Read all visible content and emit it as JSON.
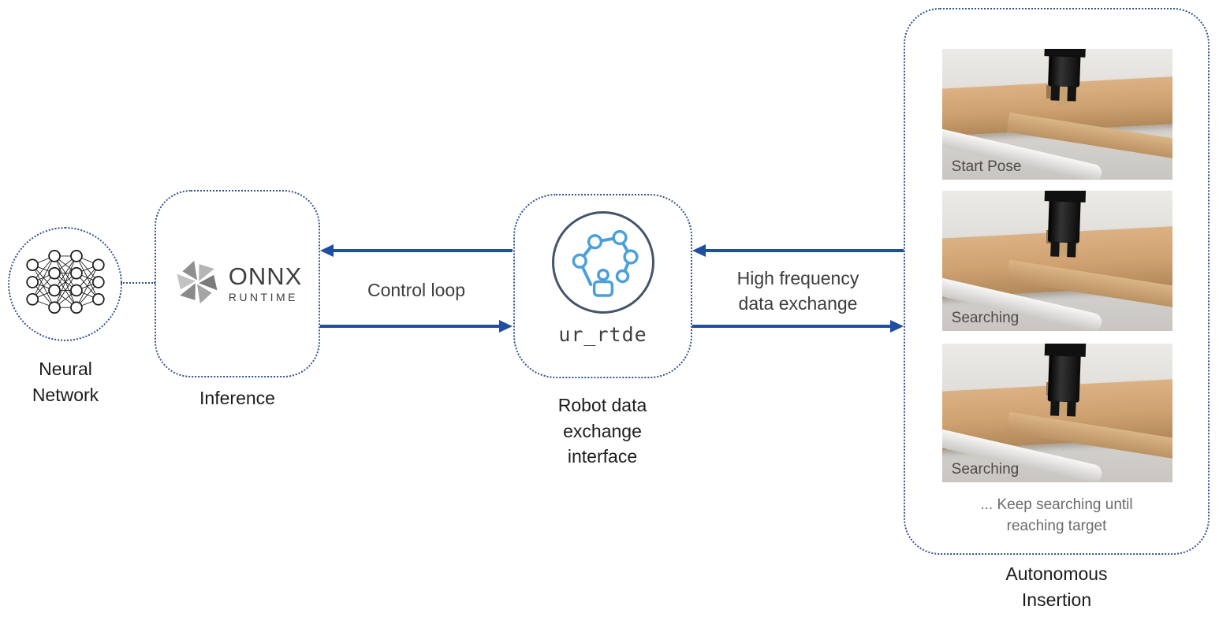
{
  "colors": {
    "arrow": "#1e4fa0",
    "dotted_border": "#33508f",
    "accent_blue": "#4aa0dc",
    "icon_dark": "#44546a",
    "label_text": "#1c1c1c",
    "muted_text": "#6b6b6b"
  },
  "nodes": {
    "neural_network": {
      "icon": "neural-network-icon",
      "label": "Neural\nNetwork"
    },
    "inference": {
      "label": "Inference",
      "logo": {
        "icon": "onnx-pinwheel-icon",
        "line1": "ONNX",
        "line2": "RUNTIME"
      }
    },
    "ur_rtde": {
      "icon": "robot-arm-network-icon",
      "code_label": "ur_rtde",
      "label": "Robot data\nexchange\ninterface"
    },
    "autonomous_insertion": {
      "label": "Autonomous\nInsertion",
      "note": "... Keep searching until\nreaching target",
      "photos": [
        {
          "caption": "Start Pose"
        },
        {
          "caption": "Searching"
        },
        {
          "caption": "Searching"
        }
      ]
    }
  },
  "edges": {
    "control_loop": {
      "label": "Control loop",
      "direction": "bidirectional"
    },
    "high_frequency": {
      "label": "High frequency\ndata exchange",
      "direction": "bidirectional"
    }
  }
}
